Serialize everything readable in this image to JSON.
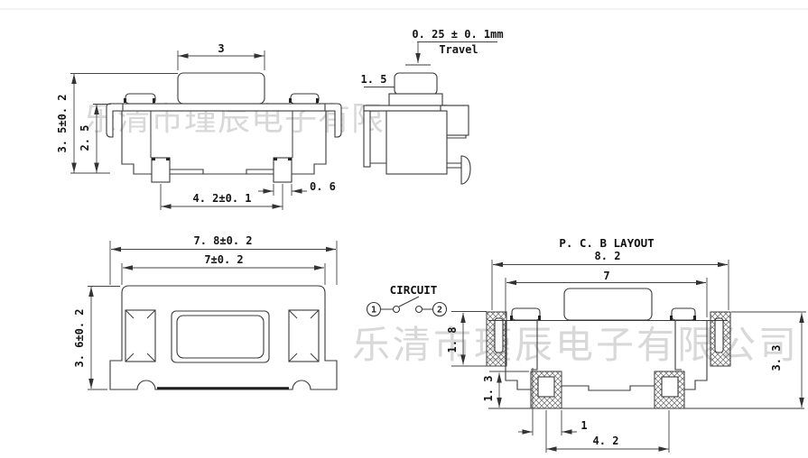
{
  "colors": {
    "line": "#3a3a3a",
    "watermark": "#d8d8d8",
    "background": "#ffffff"
  },
  "watermark": {
    "text": "乐清市瑾辰电子有限公司"
  },
  "front_view": {
    "dim_cap_width": "3",
    "dim_height": "3. 5±0. 2",
    "dim_body_height": "2. 5",
    "dim_lead_span": "4. 2±0. 1",
    "dim_lead_width": "0. 6"
  },
  "side_view": {
    "dim_travel": "0. 25 ± 0. 1mm",
    "travel_label": "Travel",
    "dim_cap_width": "1. 5"
  },
  "top_view": {
    "dim_overall_width": "7. 8±0. 2",
    "dim_body_width": "7±0. 2",
    "dim_height": "3. 6±0. 2"
  },
  "pcb_view": {
    "title": "P. C. B LAYOUT",
    "dim_overall_width": "8. 2",
    "dim_body_width": "7",
    "dim_overall_height": "3. 3",
    "dim_side_pad_height": "1. 8",
    "dim_bottom_pad_height": "1. 3",
    "dim_pad_width": "1",
    "dim_pad_span": "4. 2"
  },
  "circuit": {
    "label": "CIRCUIT",
    "pin1": "1",
    "pin2": "2"
  }
}
